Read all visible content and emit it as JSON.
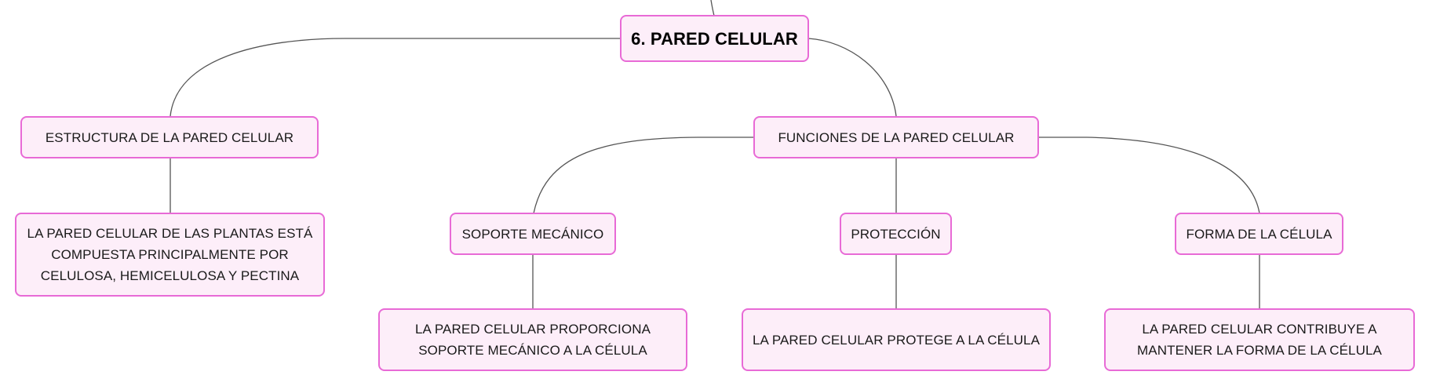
{
  "colors": {
    "node_fill": "#fdeef9",
    "node_border": "#e86ad6",
    "connector": "#555555"
  },
  "root": {
    "label": "6. PARED CELULAR"
  },
  "branches": {
    "structure": {
      "label": "ESTRUCTURA DE LA PARED CELULAR",
      "detail": "LA PARED CELULAR DE LAS PLANTAS ESTÁ COMPUESTA PRINCIPALMENTE POR CELULOSA, HEMICELULOSA Y PECTINA"
    },
    "functions": {
      "label": "FUNCIONES DE LA PARED CELULAR",
      "children": {
        "support": {
          "label": "SOPORTE MECÁNICO",
          "detail": "LA PARED CELULAR PROPORCIONA SOPORTE MECÁNICO A LA CÉLULA"
        },
        "protection": {
          "label": "PROTECCIÓN",
          "detail": "LA PARED CELULAR PROTEGE A LA CÉLULA"
        },
        "shape": {
          "label": "FORMA DE LA CÉLULA",
          "detail": "LA PARED CELULAR CONTRIBUYE A MANTENER LA FORMA DE LA CÉLULA"
        }
      }
    }
  }
}
